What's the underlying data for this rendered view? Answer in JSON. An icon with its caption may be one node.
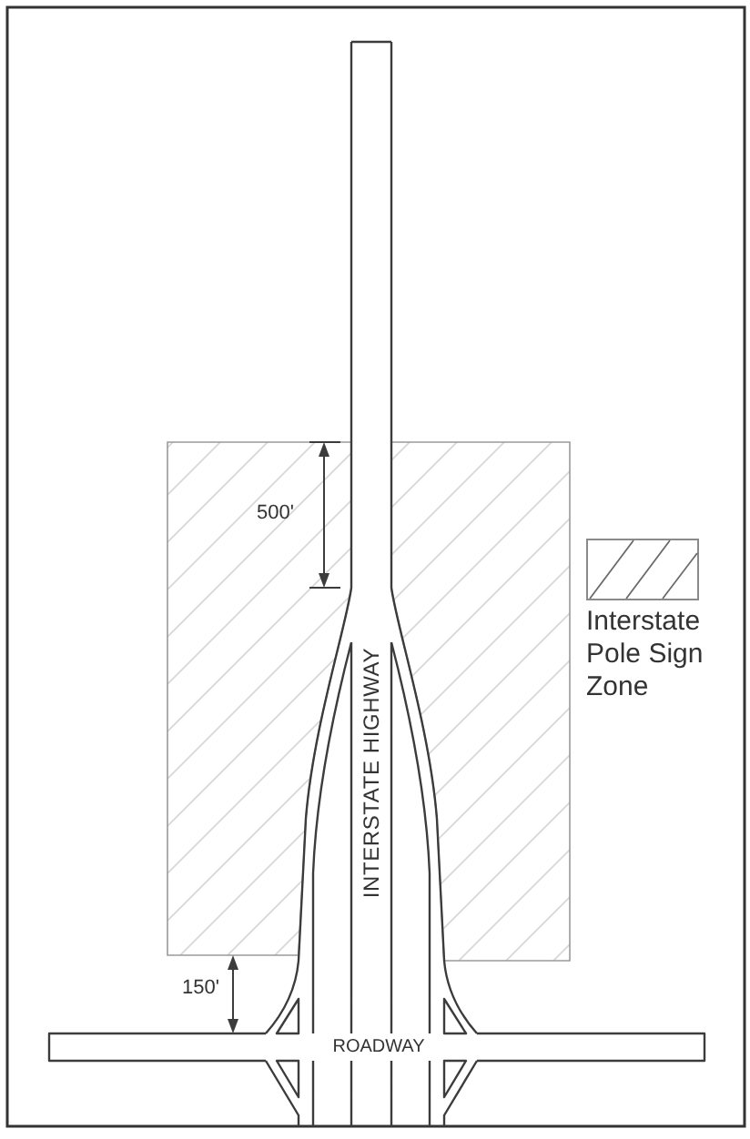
{
  "diagram": {
    "labels": [
      "500'",
      "INTERSTATE HIGHWAY",
      "150'",
      "ROADWAY"
    ],
    "legend": [
      {
        "text": "Interstate Pole Sign Zone"
      }
    ]
  }
}
